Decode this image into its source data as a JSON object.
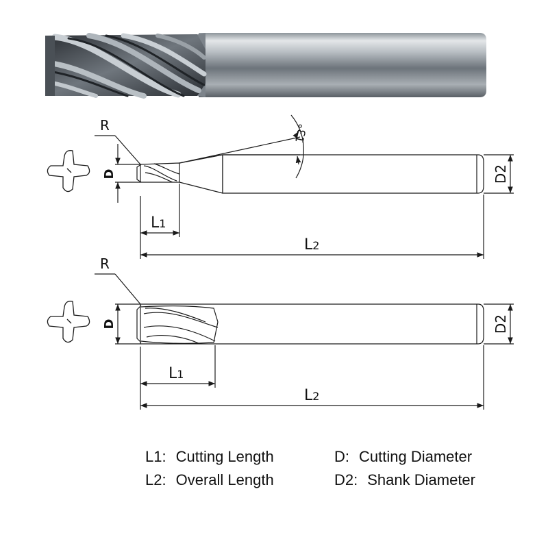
{
  "diagram": {
    "taper_angle": "13°",
    "labels": {
      "radius": "R",
      "cutting_diameter": "D",
      "shank_diameter": "D2",
      "cutting_length_main": "L",
      "cutting_length_sub": "1",
      "overall_length_main": "L",
      "overall_length_sub": "2"
    }
  },
  "legend": [
    {
      "key": "L1:",
      "text": "Cutting Length"
    },
    {
      "key": "D:",
      "text": "Cutting Diameter"
    },
    {
      "key": "L2:",
      "text": "Overall Length"
    },
    {
      "key": "D2:",
      "text": "Shank Diameter"
    }
  ],
  "colors": {
    "line": "#1a1a1a",
    "steel_dark": "#3a3f44",
    "steel_light": "#d9dde0"
  }
}
